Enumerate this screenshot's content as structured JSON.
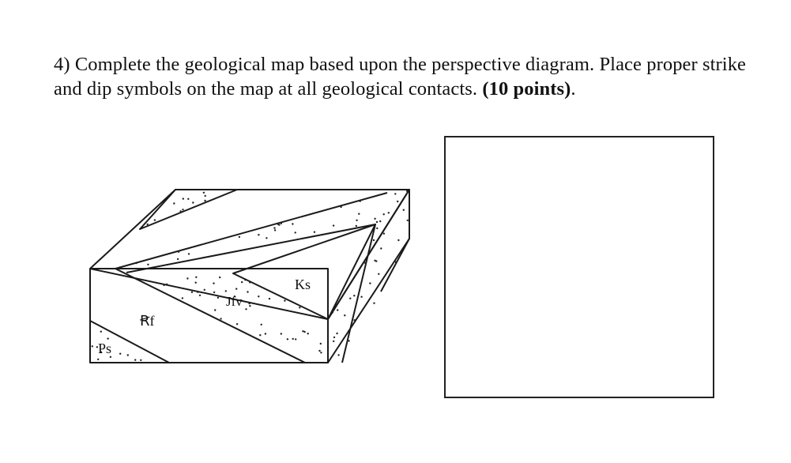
{
  "question": {
    "number": "4)",
    "text": "Complete the geological map based upon the perspective diagram. Place proper strike and dip symbols on the map at all geological contacts.",
    "points": "(10 points)",
    "tail": "."
  },
  "diagram": {
    "labels": {
      "ks": "Ks",
      "jfv": "Jfv",
      "rf": "Ꞧf",
      "ps": "Ps"
    }
  },
  "map": {
    "content": ""
  }
}
